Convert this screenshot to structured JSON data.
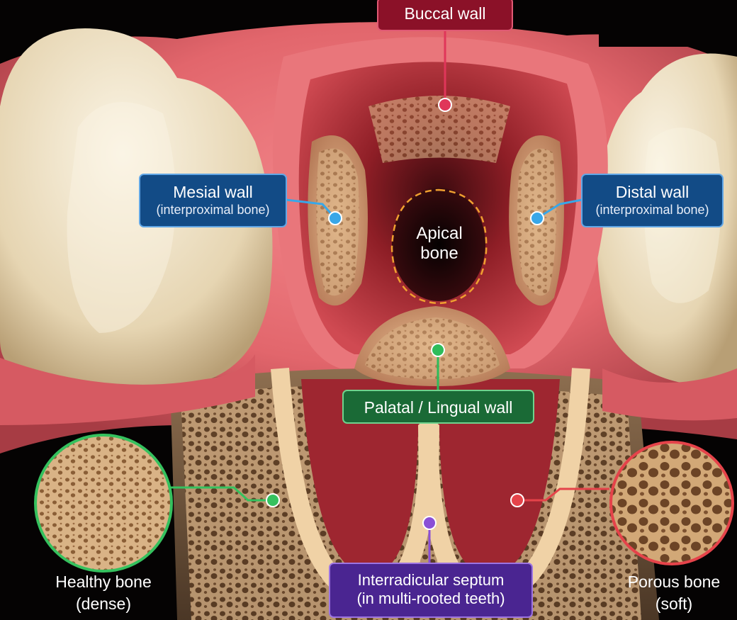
{
  "labels": {
    "buccal_wall": "Buccal wall",
    "mesial_wall": {
      "title": "Mesial wall",
      "sub": "(interproximal bone)"
    },
    "distal_wall": {
      "title": "Distal wall",
      "sub": "(interproximal bone)"
    },
    "apical_bone": {
      "line1": "Apical",
      "line2": "bone"
    },
    "palatal_wall": "Palatal / Lingual wall",
    "interradicular": {
      "line1": "Interradicular septum",
      "line2": "(in multi-rooted teeth)"
    },
    "healthy_bone": {
      "line1": "Healthy bone",
      "line2": "(dense)"
    },
    "porous_bone": {
      "line1": "Porous bone",
      "line2": "(soft)"
    }
  },
  "colors": {
    "gum": "#e7696e",
    "socket_inner": "#b82a33",
    "bone_wall": "#e8c39a",
    "cancellous": "#a88966",
    "tooth": "#efe3c8",
    "buccal_accent": "#e0365a",
    "mesial_distal_accent": "#38a7e8",
    "palatal_accent": "#2ebc5a",
    "interradicular_accent": "#8a4fd6",
    "healthy_accent": "#35c15e",
    "porous_accent": "#e5434a",
    "apical_outline": "#f0a030"
  }
}
